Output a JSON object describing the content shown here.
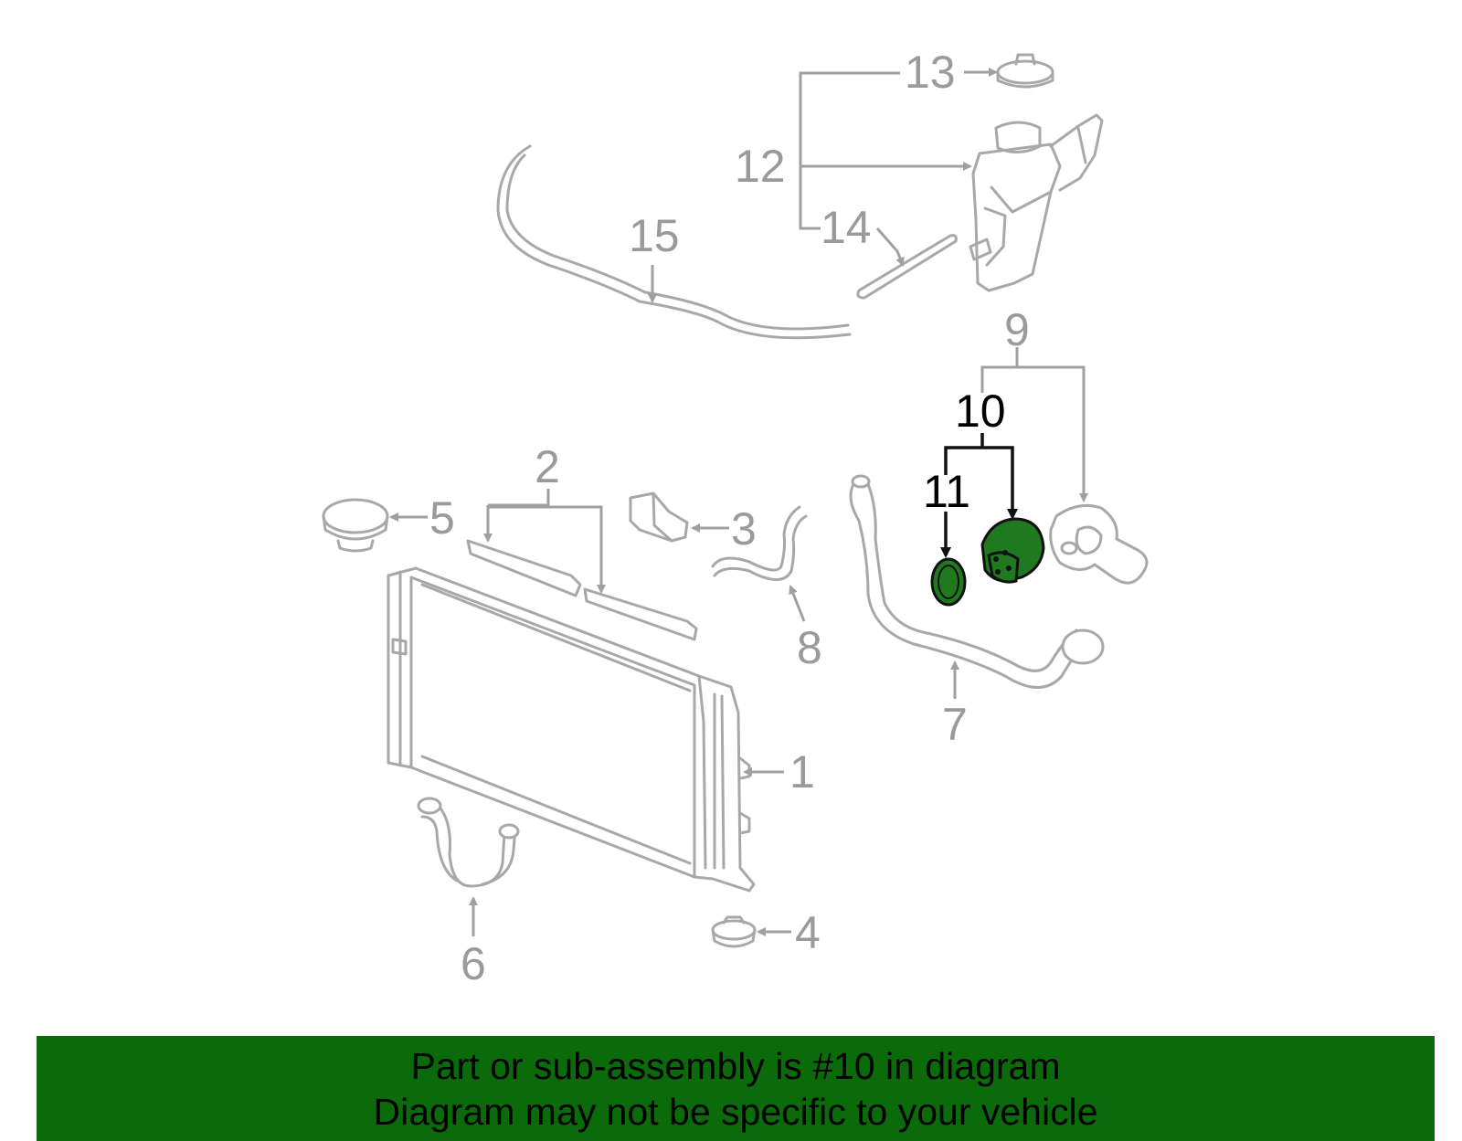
{
  "callouts": {
    "c1": "1",
    "c2": "2",
    "c3": "3",
    "c4": "4",
    "c5": "5",
    "c6": "6",
    "c7": "7",
    "c8": "8",
    "c9": "9",
    "c10": "10",
    "c11": "11",
    "c12": "12",
    "c13": "13",
    "c14": "14",
    "c15": "15"
  },
  "highlighted_part": "10",
  "colors": {
    "highlight_fill": "#1f7a1f",
    "banner_bg": "#0b6b0b",
    "part_stroke": "#a8a8a8"
  },
  "banner": {
    "line1": "Part or sub-assembly is #10 in diagram",
    "line2": "Diagram may not be specific to your vehicle"
  }
}
